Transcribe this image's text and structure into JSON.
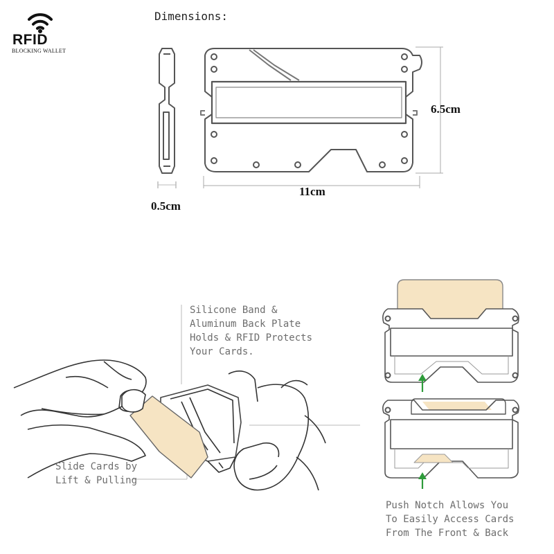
{
  "logo": {
    "text": "RFID",
    "subtext": "BLOCKING WALLET",
    "icon": "wifi-lock-icon"
  },
  "heading": "Dimensions:",
  "dimensions": {
    "width": "11cm",
    "height": "6.5cm",
    "thickness": "0.5cm"
  },
  "callouts": {
    "band": "Silicone Band &\nAluminum Back Plate\nHolds & RFID Protects\nYour Cards.",
    "slide": "Slide Cards by\nLift & Pulling",
    "notch": "Push Notch Allows You\nTo Easily Access Cards\nFrom The Front & Back"
  },
  "colors": {
    "card_fill": "#f6e4c3",
    "arrow": "#2e9b3a",
    "line": "#444444",
    "callout_text": "#6d6d6d"
  }
}
